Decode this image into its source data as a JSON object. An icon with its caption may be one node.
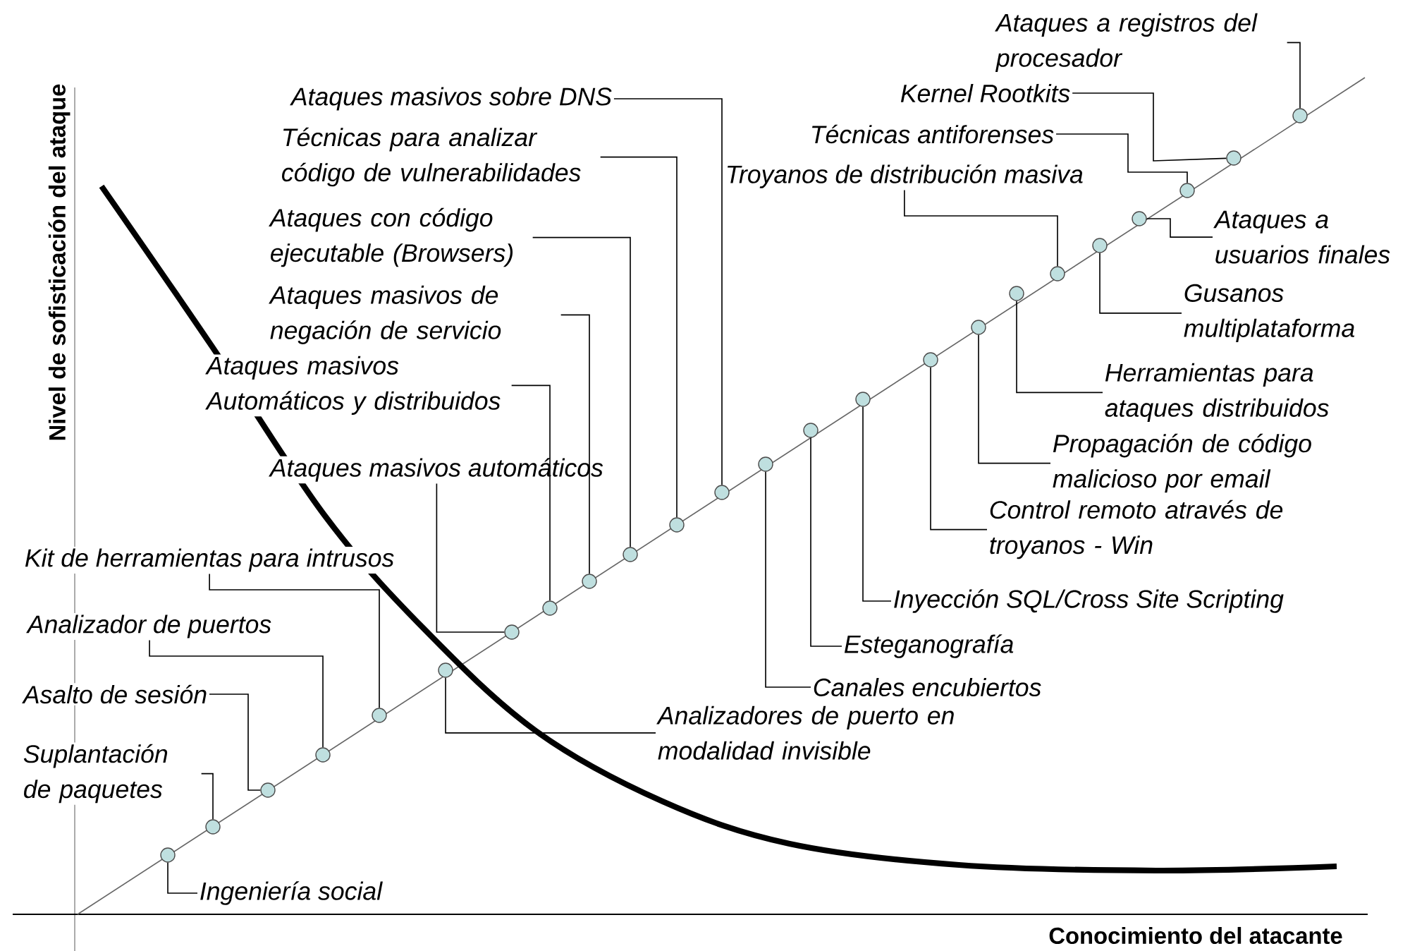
{
  "diagram": {
    "nodes": [
      {
        "text": [
          "Ataques a registros del procesador"
        ]
      },
      {
        "text": [
          "Kernel Rootkits"
        ]
      },
      {
        "text": [
          "Técnicas antiforenses"
        ]
      },
      {
        "text": [
          "Troyanos de distribución masiva"
        ]
      },
      {
        "text": [
          "Ataques a usuarios finales"
        ]
      },
      {
        "text": [
          "Gusanos multiplataforma"
        ]
      },
      {
        "text": [
          "Herramientas para ataques distribuidos"
        ]
      },
      {
        "text": [
          "Propagación de código malicioso por email"
        ]
      },
      {
        "text": [
          "Control remoto através de troyanos - Win"
        ]
      },
      {
        "text": [
          "Inyección SQL/Cross Site Scripting"
        ]
      },
      {
        "text": [
          "Esteganografía"
        ]
      },
      {
        "text": [
          "Canales encubiertos"
        ]
      },
      {
        "text": [
          "Analizadores de puerto en modalidad invisible"
        ]
      },
      {
        "text": [
          "Ingeniería social"
        ]
      },
      {
        "text": [
          "Suplantación de paquetes"
        ]
      },
      {
        "text": [
          "Asalto de sesión"
        ]
      },
      {
        "text": [
          "Analizador de puertos"
        ]
      },
      {
        "text": [
          "Kit de herramientas para intrusos"
        ]
      },
      {
        "text": [
          "Ataques masivos automáticos"
        ]
      },
      {
        "text": [
          "Ataques masivos Automáticos y distribuidos"
        ]
      },
      {
        "text": [
          "Ataques masivos de negación de servicio"
        ]
      },
      {
        "text": [
          "Ataques con código ejecutable (Browsers)"
        ]
      },
      {
        "text": [
          "Técnicas para analizar código de vulnerabilidades"
        ]
      },
      {
        "text": [
          "Ataques masivos sobre DNS"
        ]
      },
      {
        "text": [],
        "shape": "circle"
      },
      {
        "text": [],
        "shape": "circle"
      },
      {
        "text": [],
        "shape": "circle"
      },
      {
        "text": [],
        "shape": "circle"
      },
      {
        "text": [],
        "shape": "circle"
      },
      {
        "text": [],
        "shape": "circle"
      },
      {
        "text": [],
        "shape": "circle"
      },
      {
        "text": [],
        "shape": "circle"
      },
      {
        "text": [],
        "shape": "circle"
      },
      {
        "text": [],
        "shape": "circle"
      },
      {
        "text": [],
        "shape": "circle"
      },
      {
        "text": [],
        "shape": "circle"
      },
      {
        "text": [],
        "shape": "circle"
      },
      {
        "text": [],
        "shape": "circle"
      },
      {
        "text": [],
        "shape": "circle"
      },
      {
        "text": [],
        "shape": "circle"
      },
      {
        "text": [],
        "shape": "circle"
      },
      {
        "text": [],
        "shape": "circle"
      },
      {
        "text": [],
        "shape": "circle"
      },
      {
        "text": [],
        "shape": "circle"
      },
      {
        "text": [],
        "shape": "circle"
      },
      {
        "text": [],
        "shape": "circle"
      },
      {
        "text": [],
        "shape": "circle"
      },
      {
        "text": [],
        "shape": "circle"
      }
    ],
    "edges": [
      {
        "from": 13,
        "to": 24,
        "arrow": "none"
      },
      {
        "from": 14,
        "to": 25,
        "arrow": "none"
      },
      {
        "from": 15,
        "to": 26,
        "arrow": "none"
      },
      {
        "from": 16,
        "to": 27,
        "arrow": "none"
      },
      {
        "from": 17,
        "to": 28,
        "arrow": "none"
      },
      {
        "from": 12,
        "to": 29,
        "arrow": "none"
      },
      {
        "from": 18,
        "to": 30,
        "arrow": "none"
      },
      {
        "from": 19,
        "to": 31,
        "arrow": "none"
      },
      {
        "from": 20,
        "to": 32,
        "arrow": "none"
      },
      {
        "from": 21,
        "to": 33,
        "arrow": "none"
      },
      {
        "from": 22,
        "to": 34,
        "arrow": "none"
      },
      {
        "from": 23,
        "to": 35,
        "arrow": "none"
      },
      {
        "from": 11,
        "to": 36,
        "arrow": "none"
      },
      {
        "from": 10,
        "to": 37,
        "arrow": "none"
      },
      {
        "from": 9,
        "to": 38,
        "arrow": "none"
      },
      {
        "from": 8,
        "to": 39,
        "arrow": "none"
      },
      {
        "from": 7,
        "to": 40,
        "arrow": "none"
      },
      {
        "from": 6,
        "to": 41,
        "arrow": "none"
      },
      {
        "from": 3,
        "to": 42,
        "arrow": "none"
      },
      {
        "from": 5,
        "to": 43,
        "arrow": "none"
      },
      {
        "from": 4,
        "to": 44,
        "arrow": "none"
      },
      {
        "from": 2,
        "to": 45,
        "arrow": "none"
      },
      {
        "from": 1,
        "to": 46,
        "arrow": "none"
      },
      {
        "from": 0,
        "to": 47,
        "arrow": "none"
      }
    ],
    "labels": [
      "Nivel de sofisticación del ataque",
      "Conocimiento del atacante"
    ]
  }
}
